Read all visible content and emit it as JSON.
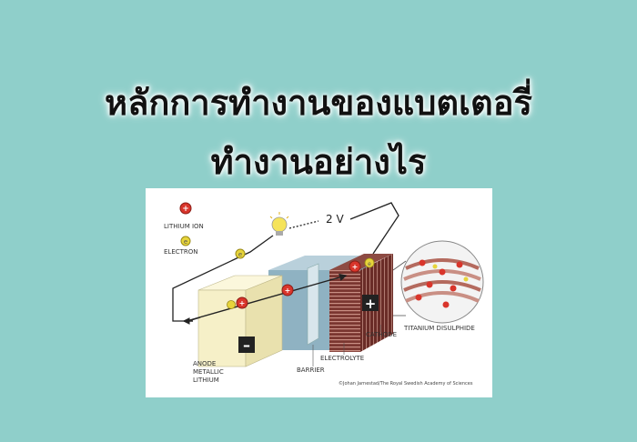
{
  "title_line1": "หลักการทำงานของแบตเตอรี่",
  "title_line2": "ทำงานอย่างไร",
  "diagram": {
    "legend_ion_label": "LITHIUM ION",
    "legend_electron_label": "ELECTRON",
    "ion_symbol": "+",
    "electron_symbol": "e",
    "voltage_label": "2 V",
    "anode_sign": "–",
    "cathode_sign": "+",
    "label_anode": "ANODE",
    "label_metallic": "METALLIC",
    "label_lithium": "LITHIUM",
    "label_barrier": "BARRIER",
    "label_electrolyte": "ELECTROLYTE",
    "label_cathode": "CATHODE",
    "label_titanium": "TITANIUM DISULPHIDE",
    "credit": "©Johan Jarnestad/The Royal Swedish Academy of Sciences"
  },
  "colors": {
    "background": "#8fcfca",
    "ion_red": "#d9352b",
    "electron_yellow": "#e7d43b",
    "anode_cream": "#f6f0c8",
    "electrolyte_blue": "#8fb2c2",
    "cathode_brown": "#6e2f2a"
  }
}
